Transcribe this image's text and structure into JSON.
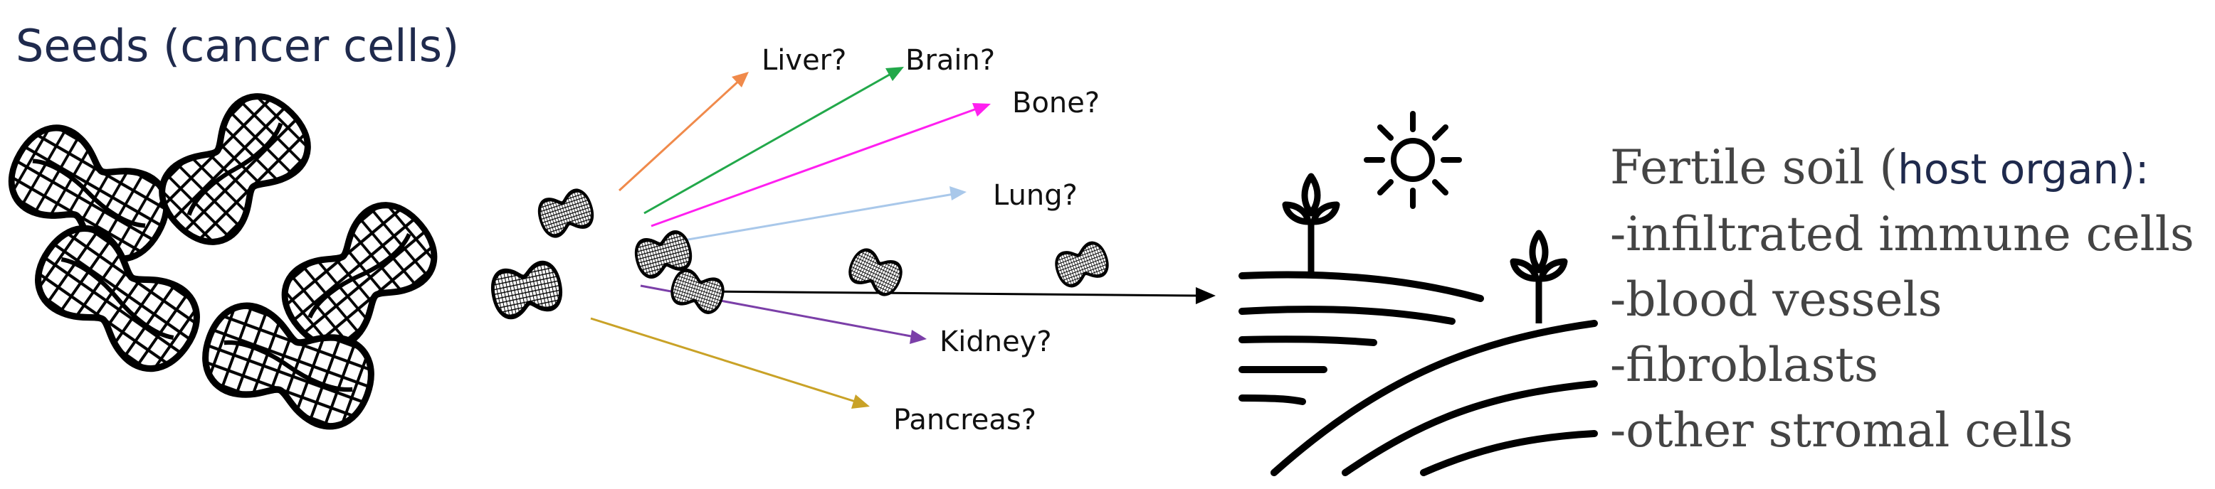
{
  "seeds_title": "Seeds (cancer cells)",
  "destinations": [
    {
      "label": "Liver?",
      "color": "#f08a4b"
    },
    {
      "label": "Brain?",
      "color": "#22a84a"
    },
    {
      "label": "Bone?",
      "color": "#ff1ff0"
    },
    {
      "label": "Lung?",
      "color": "#a9c8ea"
    },
    {
      "label": "Kidney?",
      "color": "#7b3fa8"
    },
    {
      "label": "Pancreas?",
      "color": "#c9a227"
    }
  ],
  "soil": {
    "prefix": "Fertile soil (",
    "host": "host organ",
    "suffix": "):",
    "items": [
      "-infiltrated immune cells",
      "-blood vessels",
      "-fibroblasts",
      "-other stromal cells"
    ]
  },
  "icons": [
    "peanut-seed-icon",
    "sun-icon",
    "plant-icon",
    "field-icon"
  ]
}
